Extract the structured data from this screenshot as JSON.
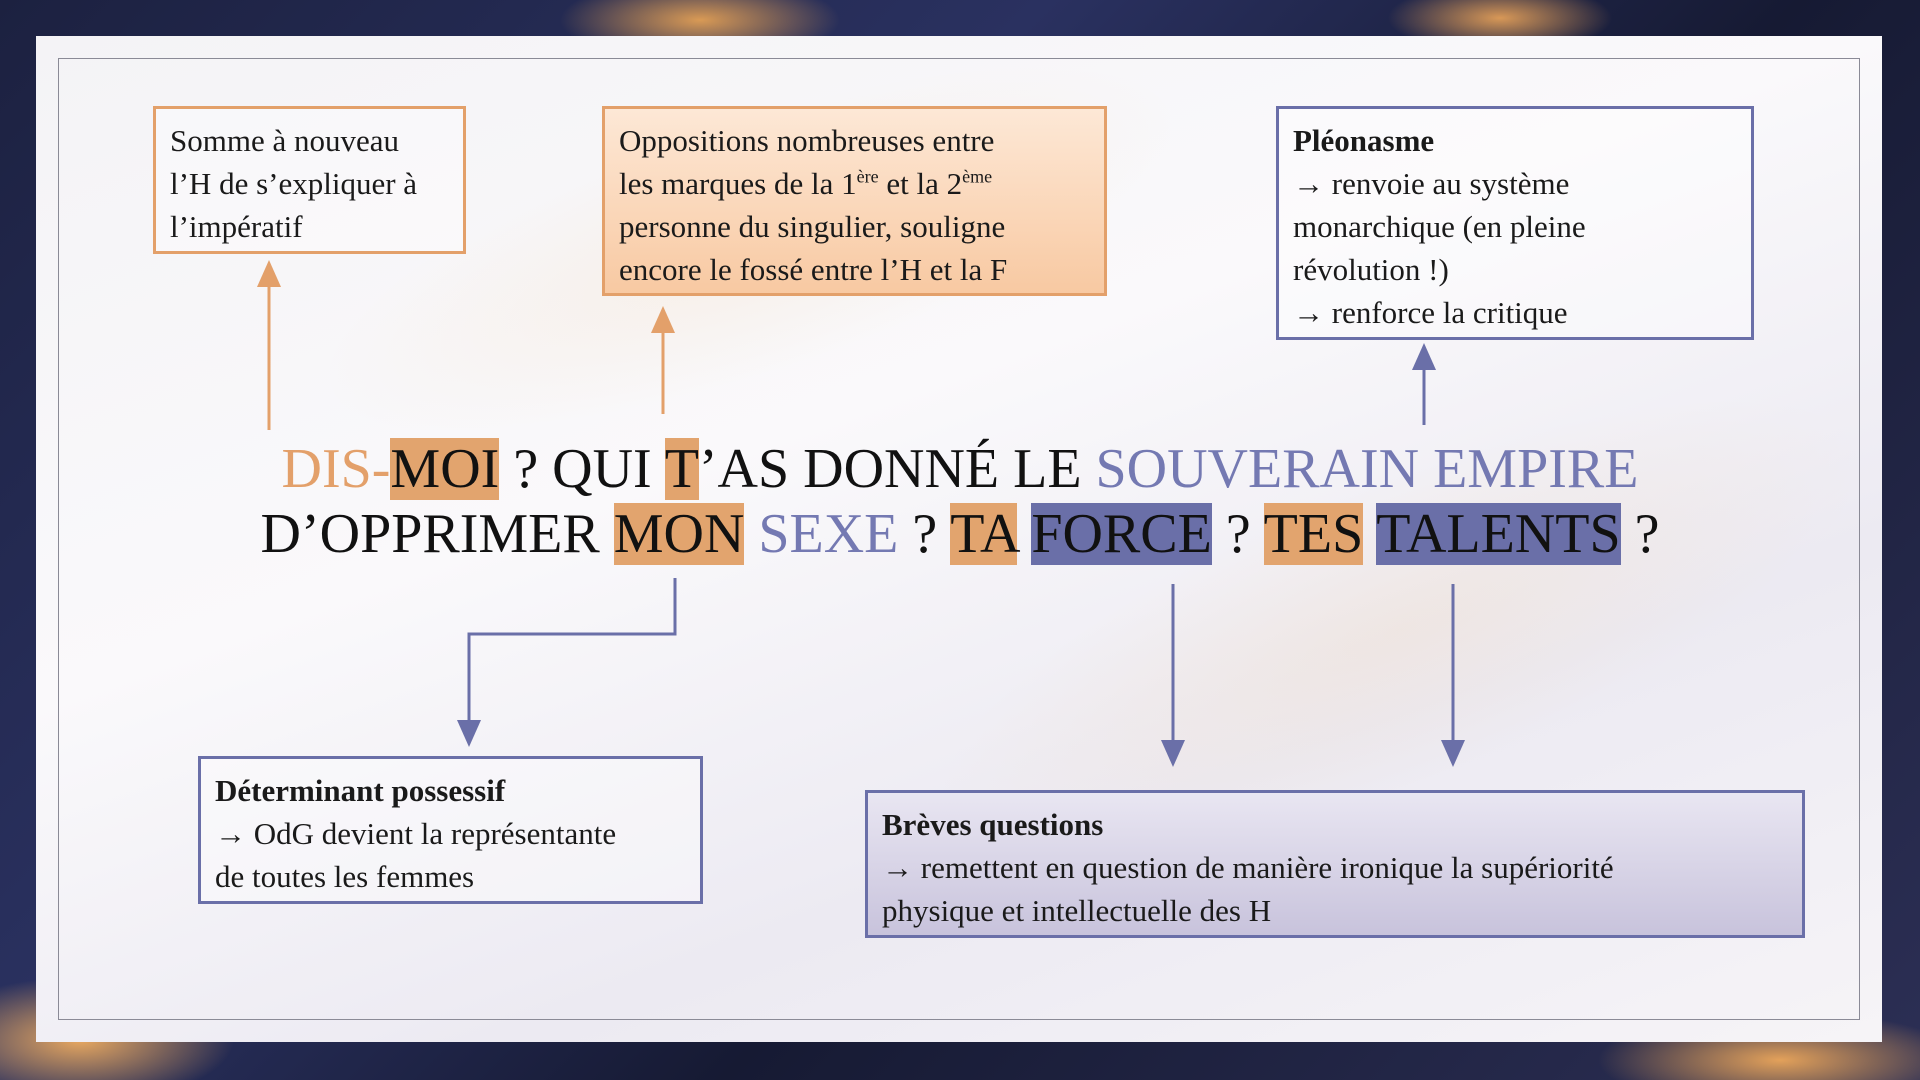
{
  "quote": {
    "line1": [
      {
        "t": "DIS",
        "style": "c-o"
      },
      {
        "t": "-",
        "style": "c-o"
      },
      {
        "t": "MOI",
        "style": "hl-o"
      },
      {
        "t": " ? QUI ",
        "style": ""
      },
      {
        "t": "T",
        "style": "hl-o"
      },
      {
        "t": "’AS DONNÉ LE ",
        "style": ""
      },
      {
        "t": "SOUVERAIN EMPIRE",
        "style": "c-p"
      }
    ],
    "line2": [
      {
        "t": "D’OPPRIMER ",
        "style": ""
      },
      {
        "t": "MON",
        "style": "hl-o"
      },
      {
        "t": " ",
        "style": ""
      },
      {
        "t": "SEXE",
        "style": "c-p"
      },
      {
        "t": " ? ",
        "style": ""
      },
      {
        "t": "TA",
        "style": "hl-o"
      },
      {
        "t": " ",
        "style": ""
      },
      {
        "t": "FORCE",
        "style": "hl-p"
      },
      {
        "t": " ? ",
        "style": ""
      },
      {
        "t": "TES",
        "style": "hl-o"
      },
      {
        "t": " ",
        "style": ""
      },
      {
        "t": "TALENTS",
        "style": "hl-p"
      },
      {
        "t": " ?",
        "style": ""
      }
    ]
  },
  "boxes": {
    "imperatif": {
      "lines": [
        "Somme à nouveau",
        "l’H de s’expliquer à",
        "l’impératif"
      ]
    },
    "oppositions": {
      "line1": "Oppositions nombreuses entre",
      "line2_a": "les marques de la 1",
      "line2_sup1": "ère",
      "line2_b": " et la 2",
      "line2_sup2": "ème",
      "line3": "personne du singulier, souligne",
      "line4": "encore le fossé entre l’H et la F"
    },
    "pleonasme": {
      "title": "Pléonasme",
      "lines": [
        "→ renvoie au système",
        "monarchique (en pleine",
        "révolution !)",
        "→ renforce la critique"
      ]
    },
    "determinant": {
      "title": "Déterminant possessif",
      "lines": [
        "→ OdG devient la représentante",
        "de toutes les femmes"
      ]
    },
    "questions": {
      "title": "Brèves questions",
      "lines": [
        "→ remettent en question de manière ironique la supériorité",
        "physique et intellectuelle des H"
      ]
    }
  },
  "colors": {
    "orange": "#e3a06a",
    "purple": "#6a6fa8"
  }
}
